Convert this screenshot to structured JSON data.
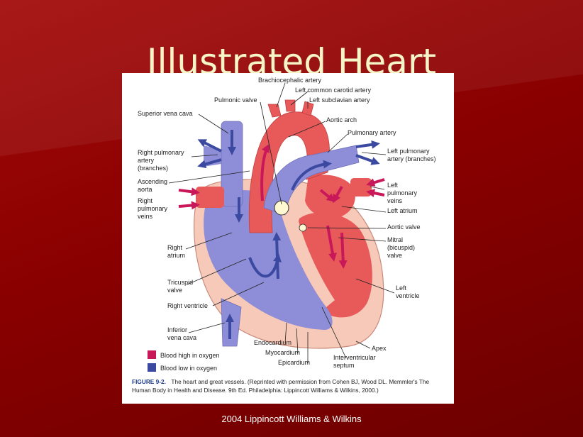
{
  "slide": {
    "title": "Illustrated Heart",
    "footer": "2004 Lippincott Williams & Wilkins"
  },
  "colors": {
    "background": "#8a0000",
    "title_text": "#f5f5c8",
    "oxygen_high": "#c8185a",
    "oxygen_low": "#3b4aa0",
    "heart_red": "#e85a5a",
    "heart_blue": "#8e8ed8",
    "muscle_pink": "#f6c9b8"
  },
  "diagram": {
    "labels": {
      "brachiocephalic_artery": "Brachiocephalic artery",
      "left_common_carotid_artery": "Left common carotid artery",
      "left_subclavian_artery": "Left subclavian artery",
      "pulmonic_valve": "Pulmonic valve",
      "superior_vena_cava": "Superior vena cava",
      "aortic_arch": "Aortic arch",
      "pulmonary_artery": "Pulmonary artery",
      "right_pulmonary_artery": [
        "Right pulmonary",
        "artery",
        "(branches)"
      ],
      "left_pulmonary_artery": [
        "Left pulmonary",
        "artery (branches)"
      ],
      "ascending_aorta": [
        "Ascending",
        "aorta"
      ],
      "right_pulmonary_veins": [
        "Right",
        "pulmonary",
        "veins"
      ],
      "left_pulmonary_veins": [
        "Left",
        "pulmonary",
        "veins"
      ],
      "left_atrium": "Left atrium",
      "aortic_valve": "Aortic valve",
      "mitral_valve": [
        "Mitral",
        "(bicuspid)",
        "valve"
      ],
      "right_atrium": [
        "Right",
        "atrium"
      ],
      "tricuspid_valve": [
        "Tricuspid",
        "valve"
      ],
      "right_ventricle": "Right ventricle",
      "left_ventricle": [
        "Left",
        "ventricle"
      ],
      "inferior_vena_cava": [
        "Inferior",
        "vena cava"
      ],
      "endocardium": "Endocardium",
      "myocardium": "Myocardium",
      "epicardium": "Epicardium",
      "interventricular_septum": [
        "Interventricular",
        "septum"
      ],
      "apex": "Apex"
    },
    "legend": [
      {
        "label": "Blood high in oxygen",
        "color": "#c8185a"
      },
      {
        "label": "Blood low in oxygen",
        "color": "#3b4aa0"
      }
    ],
    "caption": {
      "figure_id": "FIGURE 9-2.",
      "lines": [
        "The heart and great vessels. (Reprinted with permission from Cohen BJ, Wood DL. Memmler's The",
        "Human Body in Health and Disease. 9th Ed. Philadelphia: Lippincott Williams & Wilkins, 2000.)"
      ]
    }
  }
}
